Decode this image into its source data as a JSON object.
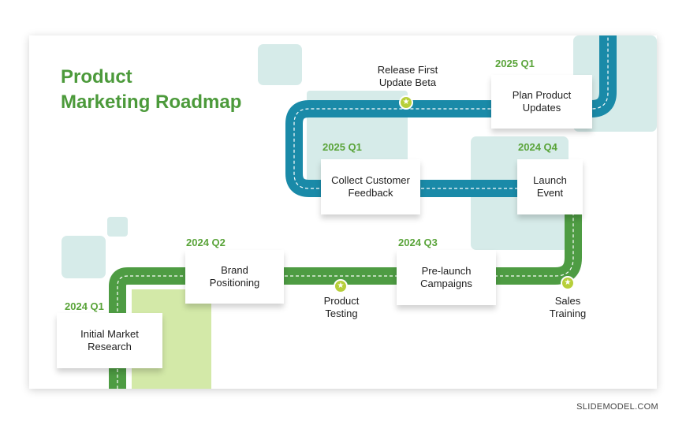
{
  "title": {
    "line1": "Product",
    "line2": "Marketing Roadmap"
  },
  "milestones": {
    "initial_research": {
      "quarter": "2024 Q1",
      "label": "Initial Market Research"
    },
    "brand_positioning": {
      "quarter": "2024 Q2",
      "label": "Brand Positioning"
    },
    "product_testing": {
      "label": "Product Testing"
    },
    "prelaunch": {
      "quarter": "2024 Q3",
      "label": "Pre-launch Campaigns"
    },
    "sales_training": {
      "label": "Sales Training"
    },
    "launch_event": {
      "quarter": "2024 Q4",
      "label": "Launch Event"
    },
    "customer_feedback": {
      "quarter": "2025 Q1",
      "label": "Collect Customer Feedback"
    },
    "release_beta": {
      "label": "Release First Update Beta"
    },
    "plan_updates": {
      "quarter": "2025 Q1",
      "label": "Plan Product Updates"
    }
  },
  "footer": {
    "brand": "SLIDEMODEL.COM"
  },
  "colors": {
    "green_road": "#4e9c43",
    "teal_road": "#1a8aa8",
    "title_green": "#4c9a3b",
    "star": "#b7cf3a"
  }
}
